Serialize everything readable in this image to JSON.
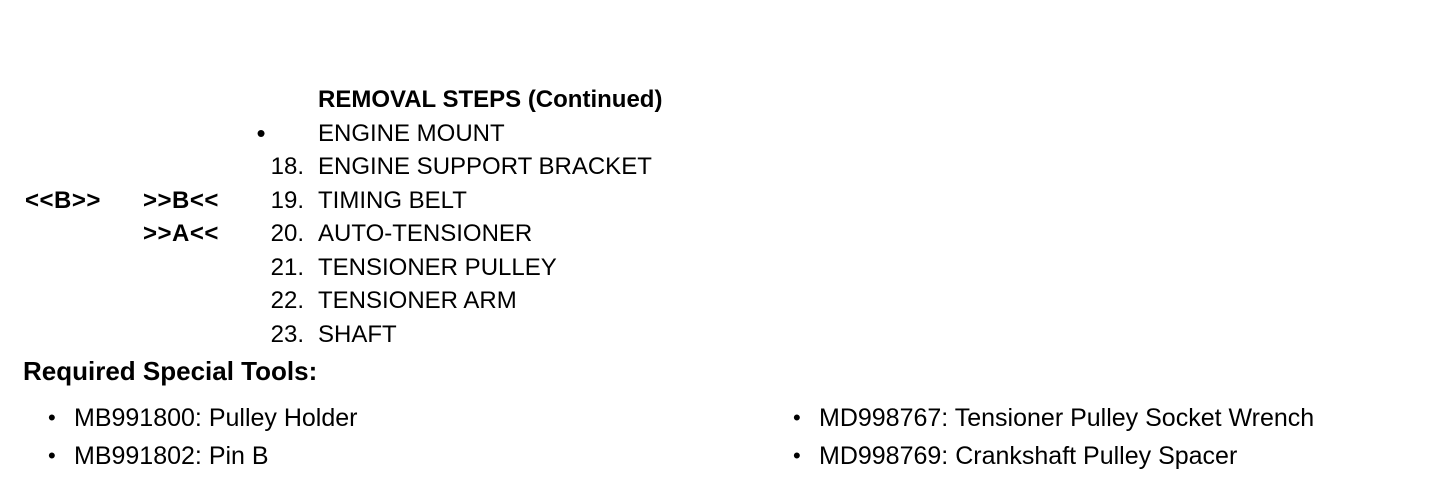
{
  "glyphs": {
    "bullet": "•"
  },
  "removal_steps": {
    "heading": "REMOVAL STEPS (Continued)",
    "items": [
      {
        "marker_outer": "",
        "marker_inner": "",
        "num": "",
        "label": "ENGINE MOUNT"
      },
      {
        "marker_outer": "",
        "marker_inner": "",
        "num": "18.",
        "label": "ENGINE SUPPORT BRACKET"
      },
      {
        "marker_outer": "<<B>>",
        "marker_inner": ">>B<<",
        "num": "19.",
        "label": "TIMING BELT"
      },
      {
        "marker_outer": "",
        "marker_inner": ">>A<<",
        "num": "20.",
        "label": "AUTO-TENSIONER"
      },
      {
        "marker_outer": "",
        "marker_inner": "",
        "num": "21.",
        "label": "TENSIONER PULLEY"
      },
      {
        "marker_outer": "",
        "marker_inner": "",
        "num": "22.",
        "label": "TENSIONER ARM"
      },
      {
        "marker_outer": "",
        "marker_inner": "",
        "num": "23.",
        "label": "SHAFT"
      }
    ]
  },
  "special_tools": {
    "heading": "Required Special Tools:",
    "left_column": [
      {
        "text": "MB991800: Pulley Holder"
      },
      {
        "text": "MB991802: Pin B"
      }
    ],
    "right_column": [
      {
        "text": "MD998767: Tensioner Pulley Socket Wrench"
      },
      {
        "text": "MD998769: Crankshaft Pulley Spacer"
      }
    ]
  }
}
